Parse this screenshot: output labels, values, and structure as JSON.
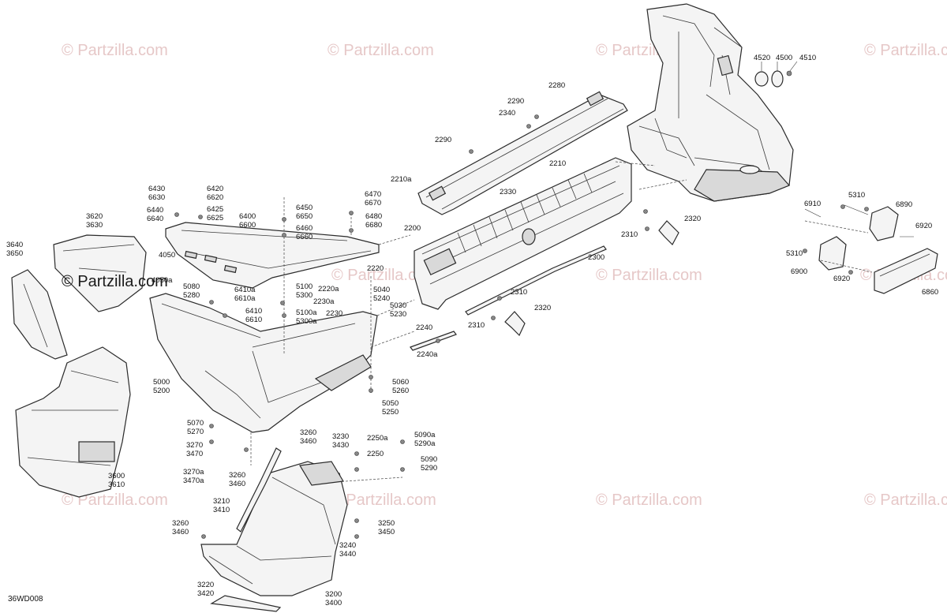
{
  "watermark": {
    "text": "© Partzilla.com"
  },
  "diagram_code": "36WD008",
  "callouts": {
    "c2280": "2280",
    "c2290a": "2290",
    "c2340": "2340",
    "c2290b": "2290",
    "c2210": "2210",
    "c2210a": "2210a",
    "c2330": "2330",
    "c2200": "2200",
    "c2300": "2300",
    "c2310a": "2310",
    "c2320a": "2320",
    "c2310b": "2310",
    "c2310c": "2310",
    "c2320b": "2320",
    "c2220": "2220",
    "c2220a": "2220a",
    "c2230a": "2230a",
    "c2230": "2230",
    "c2240": "2240",
    "c2240a": "2240a",
    "c5040": "5040",
    "c5240": "5240",
    "c5030": "5030",
    "c5230": "5230",
    "c5060": "5060",
    "c5260": "5260",
    "c5050": "5050",
    "c5250": "5250",
    "c6430": "6430",
    "c6630": "6630",
    "c6420": "6420",
    "c6620": "6620",
    "c6440": "6440",
    "c6640": "6640",
    "c6425": "6425",
    "c6625": "6625",
    "c6450": "6450",
    "c6650": "6650",
    "c6470": "6470",
    "c6670": "6670",
    "c6480": "6480",
    "c6680": "6680",
    "c6460": "6460",
    "c6660": "6660",
    "c6400": "6400",
    "c6600": "6600",
    "c4050": "4050",
    "c4050a": "4050a",
    "c5080": "5080",
    "c5280": "5280",
    "c6410a": "6410a",
    "c6610a": "6610a",
    "c6410": "6410",
    "c6610": "6610",
    "c5100": "5100",
    "c5300": "5300",
    "c5100a": "5100a",
    "c5300a": "5300a",
    "c3620": "3620",
    "c3630": "3630",
    "c3640": "3640",
    "c3650": "3650",
    "c5000": "5000",
    "c5200": "5200",
    "c5070": "5070",
    "c5270": "5270",
    "c3270": "3270",
    "c3470": "3470",
    "c3270a": "3270a",
    "c3470a": "3470a",
    "c3260a": "3260",
    "c3460a": "3460",
    "c3230": "3230",
    "c3430": "3430",
    "c2250a": "2250a",
    "c2250": "2250",
    "c5090a": "5090a",
    "c5290a": "5290a",
    "c5090": "5090",
    "c5290": "5290",
    "c3260b": "3260",
    "c3460b": "3460",
    "c3210": "3210",
    "c3410": "3410",
    "c3250": "3250",
    "c3450": "3450",
    "c3260c": "3260",
    "c3460c": "3460",
    "c3240": "3240",
    "c3440": "3440",
    "c3220": "3220",
    "c3420": "3420",
    "c3200": "3200",
    "c3400": "3400",
    "c3600": "3600",
    "c3610": "3610",
    "c4520": "4520",
    "c4500": "4500",
    "c4510": "4510",
    "c6910": "6910",
    "c5310a": "5310",
    "c6890": "6890",
    "c6920a": "6920",
    "c5310b": "5310",
    "c6900": "6900",
    "c6920b": "6920",
    "c6860": "6860"
  }
}
